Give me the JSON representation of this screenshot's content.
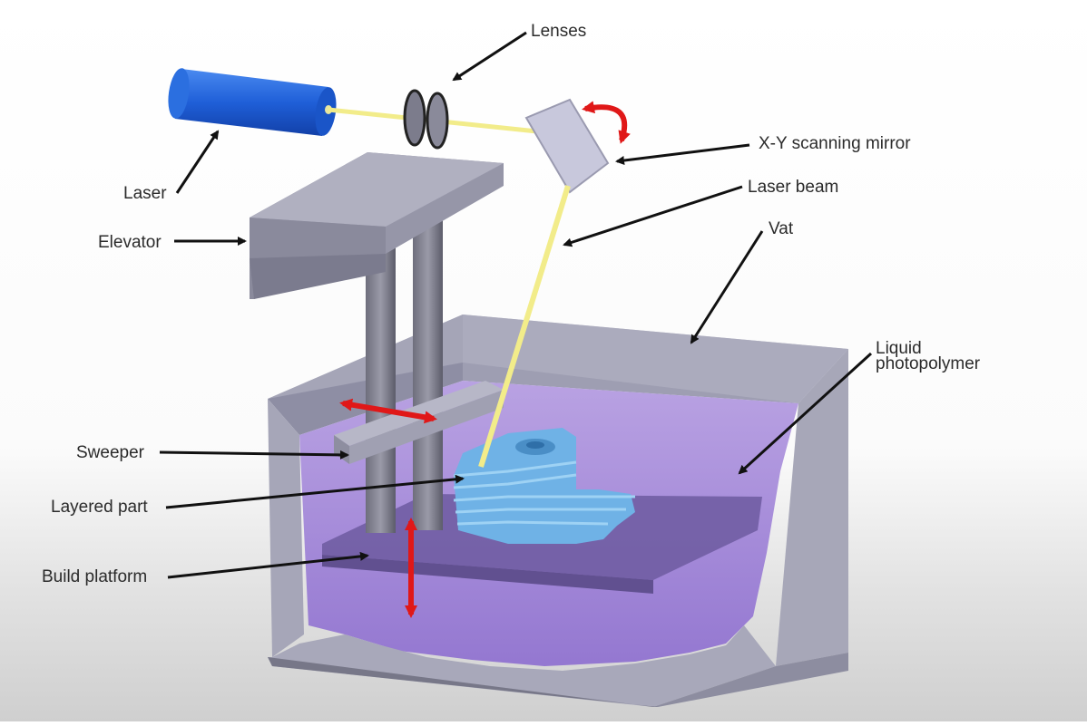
{
  "labels": {
    "lenses": "Lenses",
    "mirror": "X-Y scanning mirror",
    "laser_beam": "Laser beam",
    "vat": "Vat",
    "liquid_line1": "Liquid",
    "liquid_line2": "photopolymer",
    "laser": "Laser",
    "elevator": "Elevator",
    "sweeper": "Sweeper",
    "layered_part": "Layered part",
    "build_platform": "Build platform"
  },
  "colors": {
    "laser_body": "#1f5fd8",
    "beam": "#f2ec8a",
    "vat_gray": "#9c9cb0",
    "resin": "#9b7fd6",
    "part": "#7fbce8",
    "arrow_red": "#e01818"
  }
}
